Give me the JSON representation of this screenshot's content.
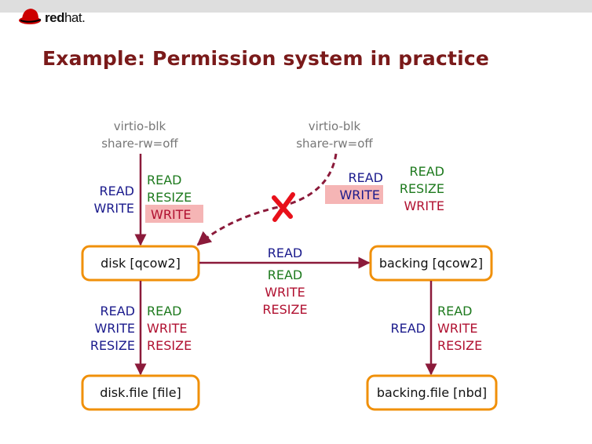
{
  "header": {
    "logo_text_bold": "red",
    "logo_text_regular": "hat.",
    "title": "Example: Permission system in practice"
  },
  "diagram": {
    "colors": {
      "node_border": "#f0900a",
      "edge": "#8b1a3a",
      "required_perm": "#1a1a8c",
      "shared_perm": "#1e7a1e",
      "unshared_perm": "#b01030",
      "conflict_highlight": "#f5b5b5",
      "conflict_mark": "#e8101a"
    },
    "nodes": {
      "disk": "disk [qcow2]",
      "backing": "backing [qcow2]",
      "disk_file": "disk.file [file]",
      "backing_file": "backing.file [nbd]"
    },
    "users": {
      "left": {
        "line1": "virtio-blk",
        "line2": "share-rw=off"
      },
      "right": {
        "line1": "virtio-blk",
        "line2": "share-rw=off"
      }
    },
    "edges": {
      "left_user_to_disk": {
        "required": [
          "READ",
          "WRITE"
        ],
        "shared": [
          "READ",
          "RESIZE"
        ],
        "unshared_conflict": "WRITE"
      },
      "right_user_to_disk": {
        "required": [
          "READ"
        ],
        "required_conflict": "WRITE",
        "shared": [
          "READ",
          "RESIZE"
        ],
        "unshared": [
          "WRITE"
        ],
        "status": "blocked"
      },
      "disk_to_backing": {
        "required": [
          "READ"
        ],
        "shared": [
          "READ"
        ],
        "unshared": [
          "WRITE",
          "RESIZE"
        ]
      },
      "disk_to_disk_file": {
        "required": [
          "READ",
          "WRITE",
          "RESIZE"
        ],
        "shared": [
          "READ"
        ],
        "unshared": [
          "WRITE",
          "RESIZE"
        ]
      },
      "backing_to_backing_file": {
        "required": [
          "READ"
        ],
        "shared": [
          "READ"
        ],
        "unshared": [
          "WRITE",
          "RESIZE"
        ]
      }
    }
  }
}
